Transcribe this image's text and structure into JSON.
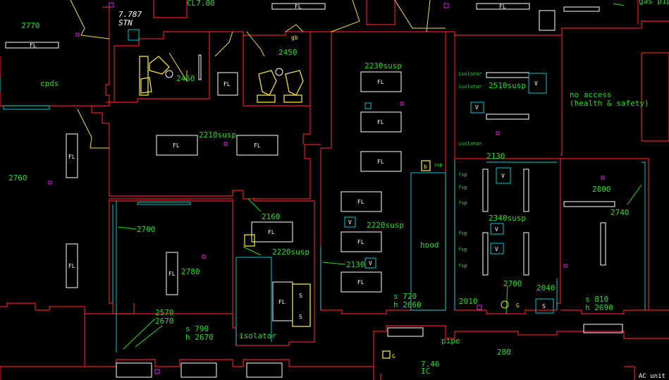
{
  "colors": {
    "background": "#000000",
    "wall": "#e0202a",
    "label": "#22dd22",
    "fixture": "#ffffff",
    "duct": "#00c8d0",
    "equipment": "#f0e040",
    "marker": "#e020e0"
  },
  "header": {
    "survey_point": "7.787",
    "survey_station": "STN",
    "centerline": "CL7.80",
    "gas_pipe": "gas\npipe"
  },
  "rooms": [
    {
      "label": "2770",
      "color": "label"
    },
    {
      "label": "cpds",
      "color": "label"
    },
    {
      "label": "2450",
      "color": "label"
    },
    {
      "label": "2450",
      "color": "label"
    },
    {
      "label": "2230susp",
      "color": "label"
    },
    {
      "label": "2510susp",
      "color": "label"
    },
    {
      "label": "no access",
      "color": "label"
    },
    {
      "label": "(health & safety)",
      "color": "label"
    },
    {
      "label": "2210susp",
      "color": "label"
    },
    {
      "label": "2760",
      "color": "label"
    },
    {
      "label": "2130",
      "color": "label"
    },
    {
      "label": "2800",
      "color": "label"
    },
    {
      "label": "2740",
      "color": "label"
    },
    {
      "label": "2700",
      "color": "label"
    },
    {
      "label": "2160",
      "color": "label"
    },
    {
      "label": "2220susp",
      "color": "label"
    },
    {
      "label": "2220susp",
      "color": "label"
    },
    {
      "label": "2340susp",
      "color": "label"
    },
    {
      "label": "hood",
      "color": "label"
    },
    {
      "label": "2780",
      "color": "label"
    },
    {
      "label": "2130",
      "color": "label"
    },
    {
      "label": "2700",
      "color": "label"
    },
    {
      "label": "2040",
      "color": "label"
    },
    {
      "label": "2010",
      "color": "label"
    },
    {
      "label": "2570",
      "color": "label"
    },
    {
      "label": "2670",
      "color": "label"
    },
    {
      "label": "isolator",
      "color": "label"
    },
    {
      "label": "280",
      "color": "label"
    },
    {
      "label": "pipe",
      "color": "label"
    },
    {
      "label": "7.46",
      "color": "label"
    },
    {
      "label": "IC",
      "color": "label"
    },
    {
      "label": "AC unit",
      "color": "label"
    }
  ],
  "dimensions": {
    "mid_s": "s 790",
    "mid_h": "h 2670",
    "right_s": "s 720",
    "right_h": "h 2660",
    "far_s": "s 810",
    "far_h": "h 2690"
  },
  "fixture_labels": {
    "fl": "FL",
    "v": "V",
    "s": "S",
    "g": "G",
    "b": "b",
    "isolator": "isolator",
    "fsp": "fsp",
    "isp": "isp",
    "gb": "gb"
  }
}
